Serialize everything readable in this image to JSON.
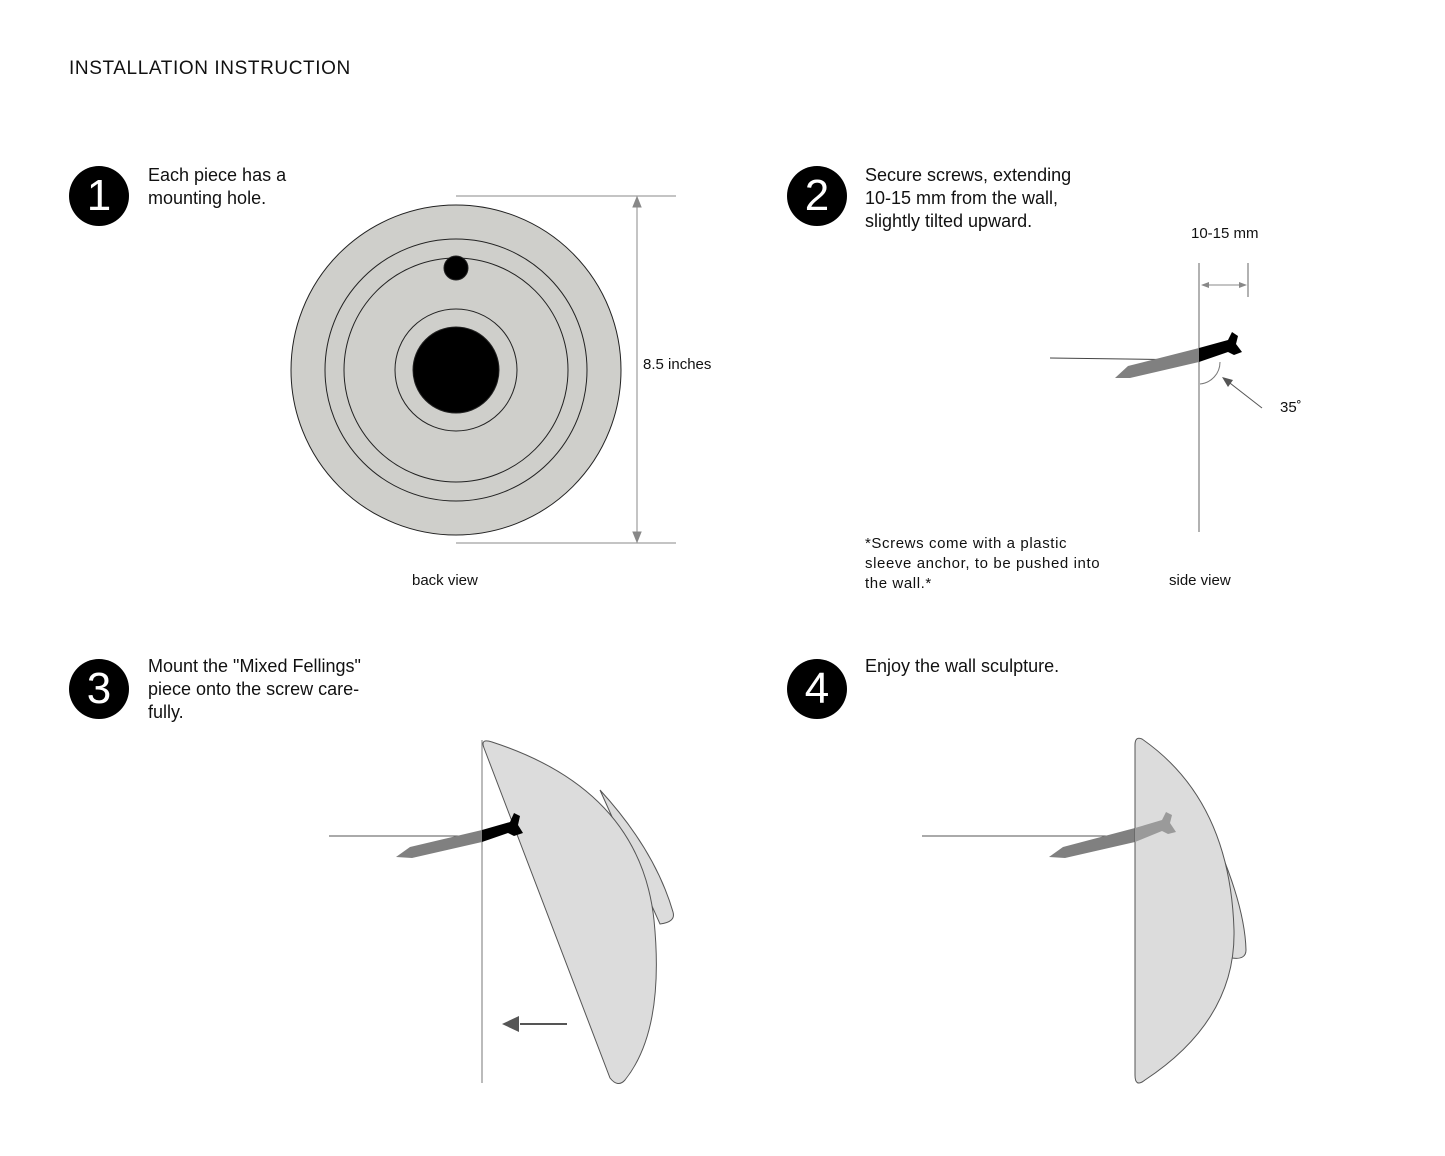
{
  "title": "INSTALLATION INSTRUCTION",
  "steps": [
    {
      "number": "1",
      "text": "Each piece has a\nmounting hole.",
      "caption": "back view",
      "dimension": "8.5 inches"
    },
    {
      "number": "2",
      "text": "Secure screws, extending\n10-15 mm from the wall,\nslightly tilted upward.",
      "caption": "side view",
      "dimension": "10-15 mm",
      "angle": "35˚",
      "note": "*Screws come with a plastic\nsleeve anchor, to be pushed into\nthe wall.*"
    },
    {
      "number": "3",
      "text": "Mount the \"Mixed Fellings\"\npiece onto the screw  care-\nfully."
    },
    {
      "number": "4",
      "text": "Enjoy the wall sculpture."
    }
  ],
  "colors": {
    "piece": "#cfcfcb",
    "piece_side": "#dcdcdc",
    "screw_tip": "#808080",
    "screw_head": "#000000"
  }
}
